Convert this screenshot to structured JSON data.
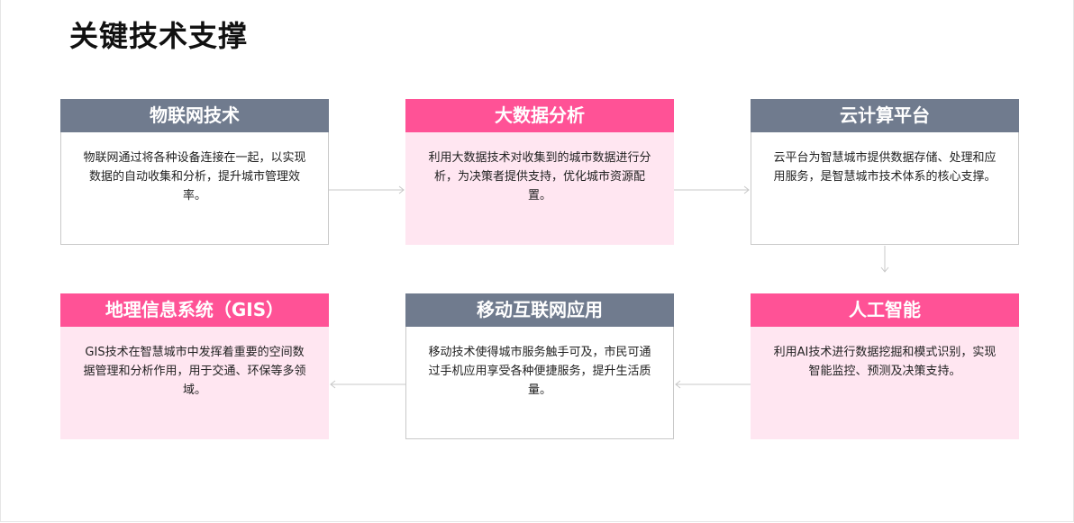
{
  "page": {
    "title": "关键技术支撑"
  },
  "cards": {
    "iot": {
      "title": "物联网技术",
      "text": "物联网通过将各种设备连接在一起，以实现数据的自动收集和分析，提升城市管理效率。"
    },
    "bigdata": {
      "title": "大数据分析",
      "text": "利用大数据技术对收集到的城市数据进行分析，为决策者提供支持，优化城市资源配置。"
    },
    "cloud": {
      "title": "云计算平台",
      "text": "云平台为智慧城市提供数据存储、处理和应用服务，是智慧城市技术体系的核心支撑。"
    },
    "ai": {
      "title": "人工智能",
      "text": "利用AI技术进行数据挖掘和模式识别，实现智能监控、预测及决策支持。"
    },
    "mobile": {
      "title": "移动互联网应用",
      "text": "移动技术使得城市服务触手可及，市民可通过手机应用享受各种便捷服务，提升生活质量。"
    },
    "gis": {
      "title": "地理信息系统（GIS）",
      "text": "GIS技术在智慧城市中发挥着重要的空间数据管理和分析作用，用于交通、环保等多领域。"
    }
  },
  "colors": {
    "header_gray": "#707b8e",
    "header_pink": "#ff5296",
    "body_pink": "#ffe6f1",
    "arrow": "#c8c8c8"
  }
}
